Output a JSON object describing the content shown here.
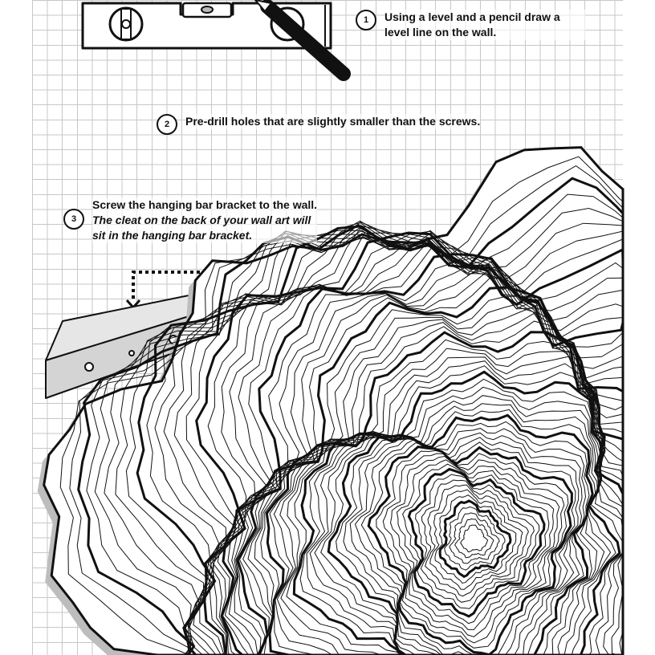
{
  "steps": [
    {
      "number": "1",
      "text": "Using a level and a pencil draw a level line on the wall."
    },
    {
      "number": "2",
      "text": "Pre-drill holes that are slightly smaller than the screws."
    },
    {
      "number": "3",
      "text": "Screw the hanging bar bracket to the wall.",
      "note": "The cleat on the back of your wall art will sit in the hanging bar bracket."
    }
  ],
  "colors": {
    "ink": "#111111",
    "bracket": "#d4d4d4",
    "shadow": "#bdbdbd",
    "grid": "#9a9a9a"
  }
}
